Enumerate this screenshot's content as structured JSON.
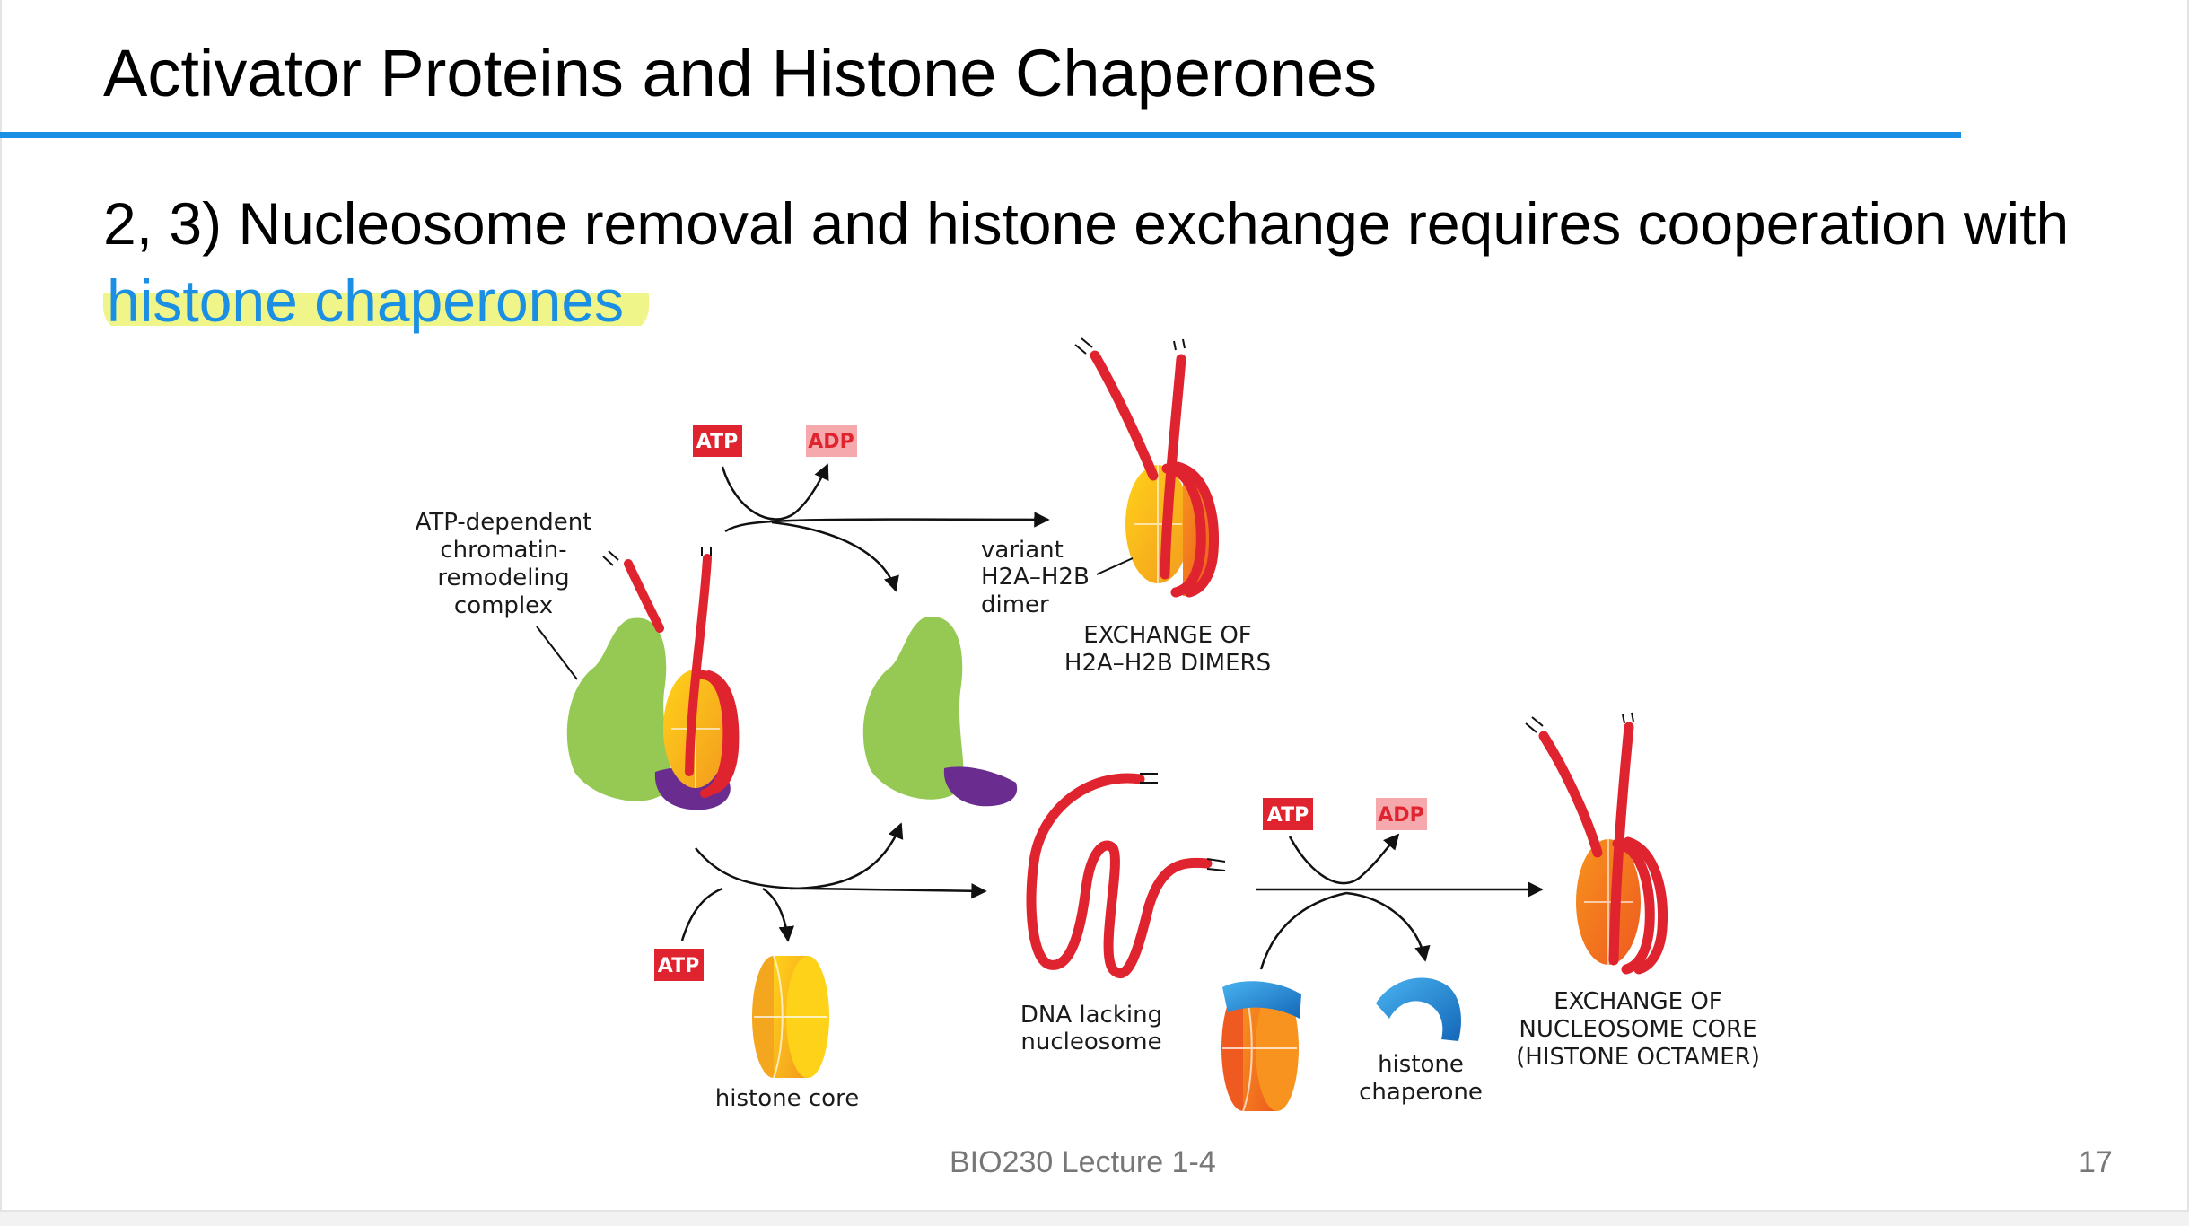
{
  "slide": {
    "title": "Activator Proteins and Histone Chaperones",
    "bullet_prefix": "2, 3) Nucleosome removal and histone exchange requires cooperation with",
    "bullet_highlight": "histone chaperones",
    "highlight_color": "#f0f58a",
    "accent_color": "#1a8fe3"
  },
  "diagram": {
    "labels": {
      "remodeler_line1": "ATP-dependent",
      "remodeler_line2": "chromatin-",
      "remodeler_line3": "remodeling",
      "remodeler_line4": "complex",
      "variant_line1": "variant",
      "variant_line2": "H2A–H2B",
      "variant_line3": "dimer",
      "exchange_dimers_line1": "EXCHANGE OF",
      "exchange_dimers_line2": "H2A–H2B DIMERS",
      "dna_line1": "DNA lacking",
      "dna_line2": "nucleosome",
      "histone_core": "histone core",
      "chaperone_line1": "histone",
      "chaperone_line2": "chaperone",
      "exchange_core_line1": "EXCHANGE OF",
      "exchange_core_line2": "NUCLEOSOME CORE",
      "exchange_core_line3": "(HISTONE OCTAMER)"
    },
    "tags": {
      "atp": "ATP",
      "adp": "ADP"
    },
    "colors": {
      "dna": "#e0242f",
      "remodeler": "#95c954",
      "remodeler_subunit": "#6a2d8f",
      "histone_core": "#f5a623",
      "histone_variant": "#f26a1b",
      "chaperone": "#1f8ad8"
    }
  },
  "footer": {
    "course": "BIO230 Lecture 1-4",
    "page": "17"
  }
}
